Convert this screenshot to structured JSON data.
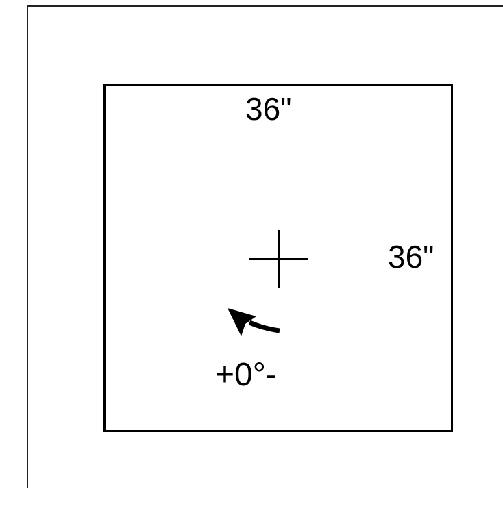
{
  "diagram": {
    "width_label": "36\"",
    "height_label": "36\"",
    "rotation": {
      "plus": "+ ",
      "angle": "0°",
      "minus": "-"
    },
    "icons": {
      "center": "crosshair-icon",
      "rotate": "rotate-arrow-icon"
    },
    "colors": {
      "stroke": "#000000",
      "background": "#ffffff"
    }
  }
}
